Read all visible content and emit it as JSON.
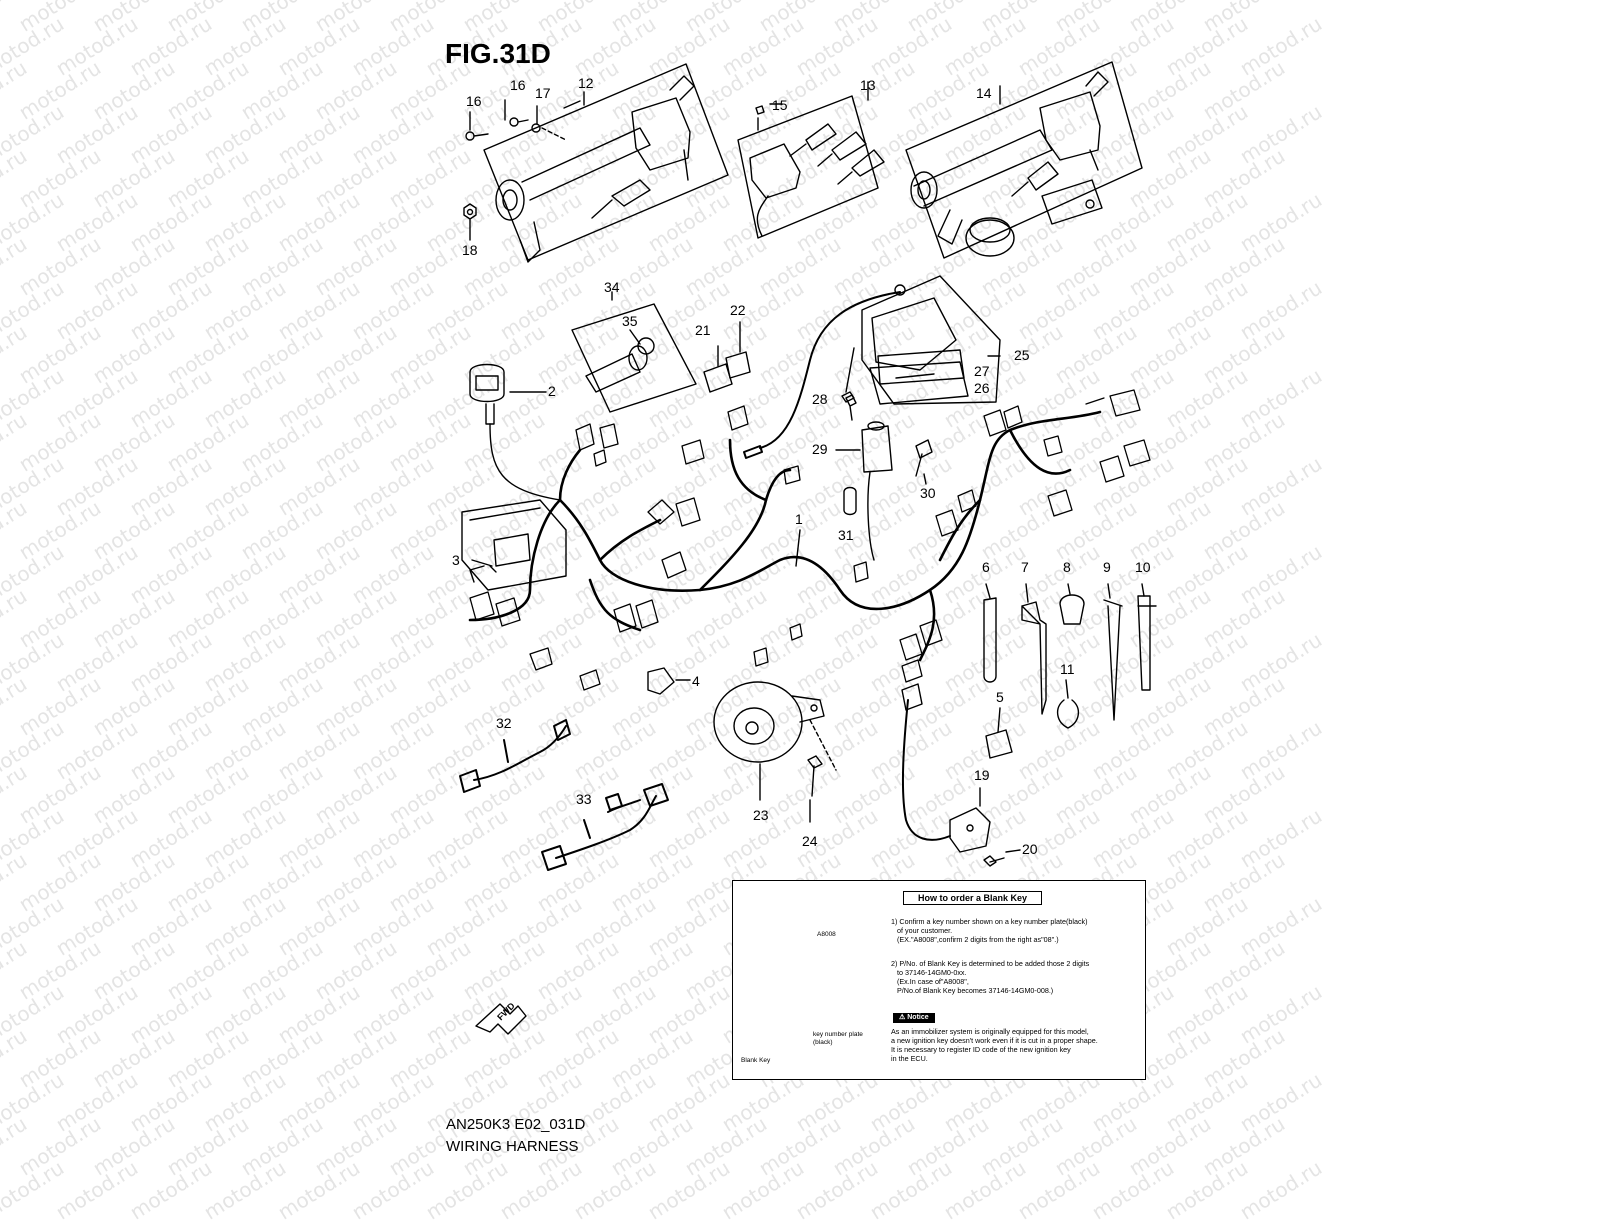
{
  "figure": {
    "title": "FIG.31D",
    "model_code": "AN250K3 E02_031D",
    "name": "WIRING HARNESS"
  },
  "watermark": "motod.ru",
  "fwd_label": "FWD",
  "part_callouts": [
    "1",
    "2",
    "3",
    "4",
    "5",
    "6",
    "7",
    "8",
    "9",
    "10",
    "11",
    "12",
    "13",
    "14",
    "15",
    "16",
    "16",
    "17",
    "18",
    "19",
    "20",
    "21",
    "22",
    "23",
    "24",
    "25",
    "26",
    "27",
    "28",
    "29",
    "30",
    "31",
    "32",
    "33",
    "34",
    "35"
  ],
  "blank_key_box": {
    "heading": "How to order a Blank Key",
    "step1": "1) Confirm a key number shown on a key number plate(black)\n   of your customer.\n   (EX.\"A8008\",confirm 2 digits from the right as\"08\".)",
    "step2": "2) P/No. of Blank Key is determined to be added those 2 digits\n   to 37146-14GM0-0xx.\n   (Ex.In case of\"A8008\",\n   P/No.of Blank Key becomes 37146-14GM0-008.)",
    "notice_label": "Notice",
    "notice_text": "As an immobilizer system is originally equipped for this model,\na new ignition key doesn't work even if it is cut in a proper shape.\nIt is necessary to register ID code of the new ignition key\nin the ECU.",
    "plate_code": "A8008",
    "blank_key_label": "Blank Key",
    "plate_label": "key number plate\n(black)"
  }
}
